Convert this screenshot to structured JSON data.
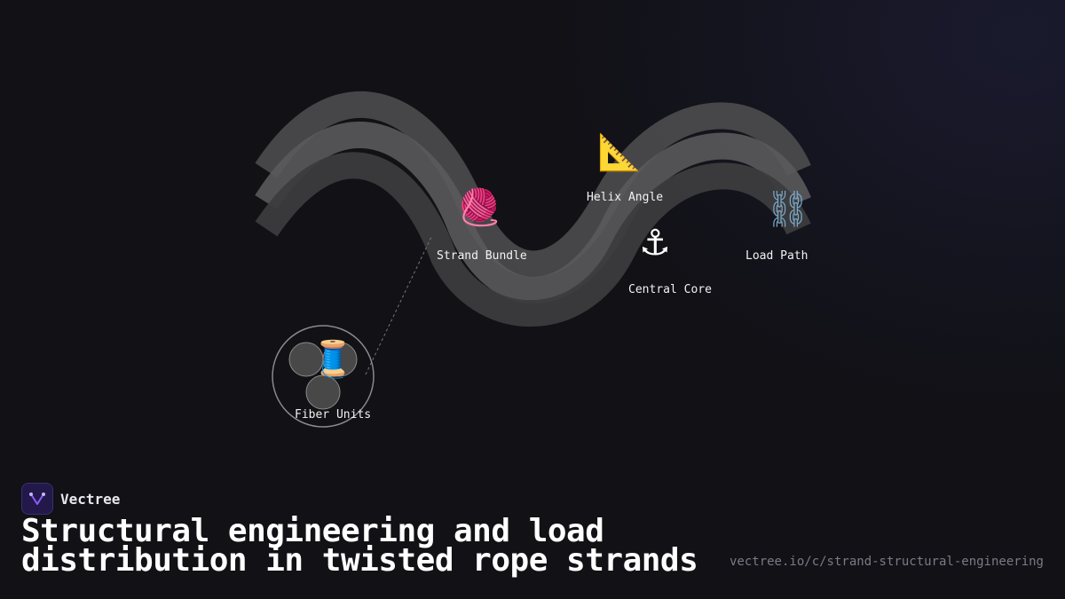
{
  "diagram": {
    "nodes": [
      {
        "id": "strand-bundle",
        "label": "Strand Bundle",
        "icon": "yarn-icon",
        "glyph": "🧶"
      },
      {
        "id": "helix-angle",
        "label": "Helix Angle",
        "icon": "triangular-ruler-icon",
        "glyph": "📐"
      },
      {
        "id": "central-core",
        "label": "Central Core",
        "icon": "anchor-icon",
        "glyph": "⚓"
      },
      {
        "id": "load-path",
        "label": "Load Path",
        "icon": "chains-icon",
        "glyph": "⛓"
      },
      {
        "id": "fiber-units",
        "label": "Fiber Units",
        "icon": "spool-of-thread-icon",
        "glyph": "🧵"
      }
    ]
  },
  "brand": {
    "name": "Vectree",
    "logo": "vectree-logo-icon",
    "accent": "#8b5cf6"
  },
  "title": "Structural engineering and load distribution in twisted rope strands",
  "url": "vectree.io/c/strand-structural-engineering"
}
